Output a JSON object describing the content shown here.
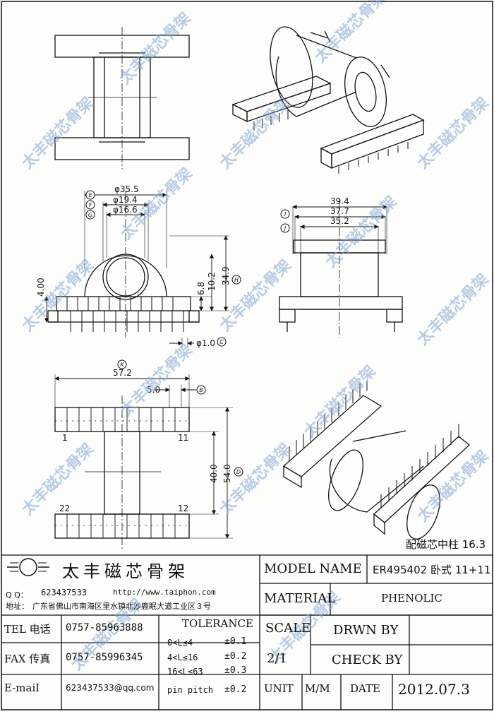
{
  "watermark_text": "太丰磁芯骨架",
  "dims": {
    "d355": "φ35.5",
    "d194": "φ19.4",
    "d166": "φ16.6",
    "h400": "4.00",
    "h68": "6.8",
    "h102": "10.2",
    "h349": "34.9",
    "pin": "φ1.0",
    "w394": "39.4",
    "w377": "37.7",
    "w352": "35.2",
    "w572": "57.2",
    "p50": "5.0",
    "l400": "40.0",
    "l540": "54.0",
    "pin1": "1",
    "pin11": "11",
    "pin22": "22",
    "pin12": "12"
  },
  "callouts": {
    "E": "E",
    "F": "F",
    "G": "G",
    "H": "H",
    "I": "I",
    "J": "J",
    "C": "C",
    "B": "B",
    "D": "D",
    "K": "K"
  },
  "core_note": "配磁芯中柱 16.3",
  "company": {
    "name": "太丰磁芯骨架",
    "qq_label": "Q Q：",
    "qq": "623437533",
    "website": "http://www.taiphon.com",
    "addr_label": "地址：",
    "address": "广东省佛山市南海区里水镇北沙鹿眠大道工业区３号"
  },
  "contact": {
    "tel_label": "TEL 电话",
    "tel": "0757-85963888",
    "fax_label": "FAX 传真",
    "fax": "0757-85996345",
    "email_label": "E-maiI",
    "email": "623437533@qq.com"
  },
  "tolerance": {
    "title": "TOLERANCE",
    "rows": [
      {
        "range": "0<L≤4",
        "value": "±0.1"
      },
      {
        "range": "4<L≤16",
        "value": "±0.2"
      },
      {
        "range": "16<L≤63",
        "value": "±0.3"
      },
      {
        "range": "pin pitch",
        "value": "±0.2"
      }
    ]
  },
  "title_block": {
    "model_label": "MODEL NAME",
    "model_value": "ER495402 卧式 11+11",
    "material_label": "MATERIAL",
    "material_value": "PHENOLIC",
    "scale_label": "SCALE",
    "scale_value": "2/1",
    "drawn_label": "DRWN BY",
    "check_label": "CHECK BY",
    "unit_label": "UNIT",
    "unit_value": "M/M",
    "date_label": "DATE",
    "date_value": "2012.07.3"
  }
}
